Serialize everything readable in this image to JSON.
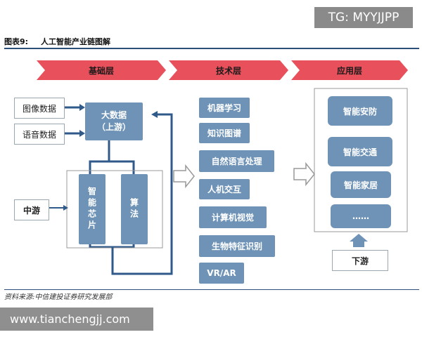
{
  "watermark_top": "TG: MYYJJPP",
  "watermark_bottom": "www.tianchengjj.com",
  "figure": {
    "number": "图表9:",
    "title": "人工智能产业链图解"
  },
  "layers": {
    "base": "基础层",
    "tech": "技术层",
    "app": "应用层"
  },
  "inputs": {
    "image_data": "图像数据",
    "voice_data": "语音数据"
  },
  "big_data": {
    "line1": "大数据",
    "line2": "（上游）"
  },
  "ai_chip": "智能芯片",
  "algorithm": "算法",
  "midstream": "中游",
  "tech_items": [
    "机器学习",
    "知识图谱",
    "自然语言处理",
    "人机交互",
    "计算机视觉",
    "生物特征识别",
    "VR/AR"
  ],
  "app_items": [
    "智能安防",
    "智能交通",
    "智能家居",
    "……"
  ],
  "downstream": "下游",
  "source": "资料来源:中信建投证券研究发展部",
  "colors": {
    "chevron": "#e8505b",
    "box_blue": "#6e93b7",
    "line_blue": "#2f5a8a"
  }
}
